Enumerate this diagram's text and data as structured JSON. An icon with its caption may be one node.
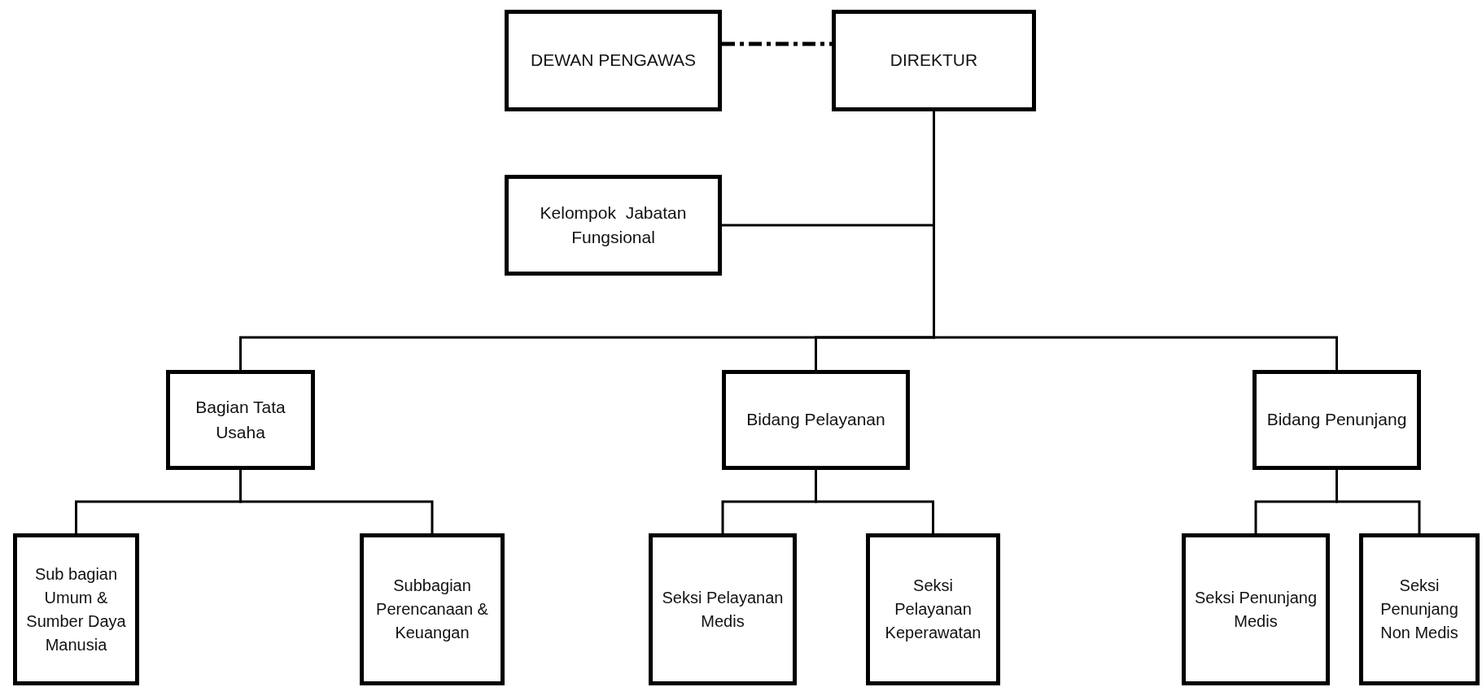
{
  "diagram": {
    "nodes": [
      {
        "text": [
          "DEWAN PENGAWAS"
        ]
      },
      {
        "text": [
          "DIREKTUR"
        ]
      },
      {
        "text": [
          "Kelompok  Jabatan Fungsional"
        ]
      },
      {
        "text": [
          "Bagian Tata Usaha"
        ]
      },
      {
        "text": [
          "Bidang Pelayanan"
        ]
      },
      {
        "text": [
          "Bidang Penunjang"
        ]
      },
      {
        "text": [
          "Sub bagian Umum & Sumber Daya Manusia"
        ]
      },
      {
        "text": [
          "Subbagian Perencanaan & Keuangan"
        ]
      },
      {
        "text": [
          "Seksi Pelayanan Medis"
        ]
      },
      {
        "text": [
          "Seksi Pelayanan Keperawatan"
        ]
      },
      {
        "text": [
          "Seksi Penunjang Medis"
        ]
      },
      {
        "text": [
          "Seksi Penunjang Non Medis"
        ]
      }
    ],
    "edges": [
      {
        "from": 0,
        "to": 1,
        "arrow": "none",
        "style": "dashed"
      },
      {
        "from": 1,
        "to": 2,
        "arrow": "none"
      },
      {
        "from": 1,
        "to": 3,
        "arrow": "none"
      },
      {
        "from": 1,
        "to": 4,
        "arrow": "none"
      },
      {
        "from": 1,
        "to": 5,
        "arrow": "none"
      },
      {
        "from": 3,
        "to": 6,
        "arrow": "none"
      },
      {
        "from": 3,
        "to": 7,
        "arrow": "none"
      },
      {
        "from": 4,
        "to": 8,
        "arrow": "none"
      },
      {
        "from": 4,
        "to": 9,
        "arrow": "none"
      },
      {
        "from": 5,
        "to": 10,
        "arrow": "none"
      },
      {
        "from": 5,
        "to": 11,
        "arrow": "none"
      }
    ]
  }
}
